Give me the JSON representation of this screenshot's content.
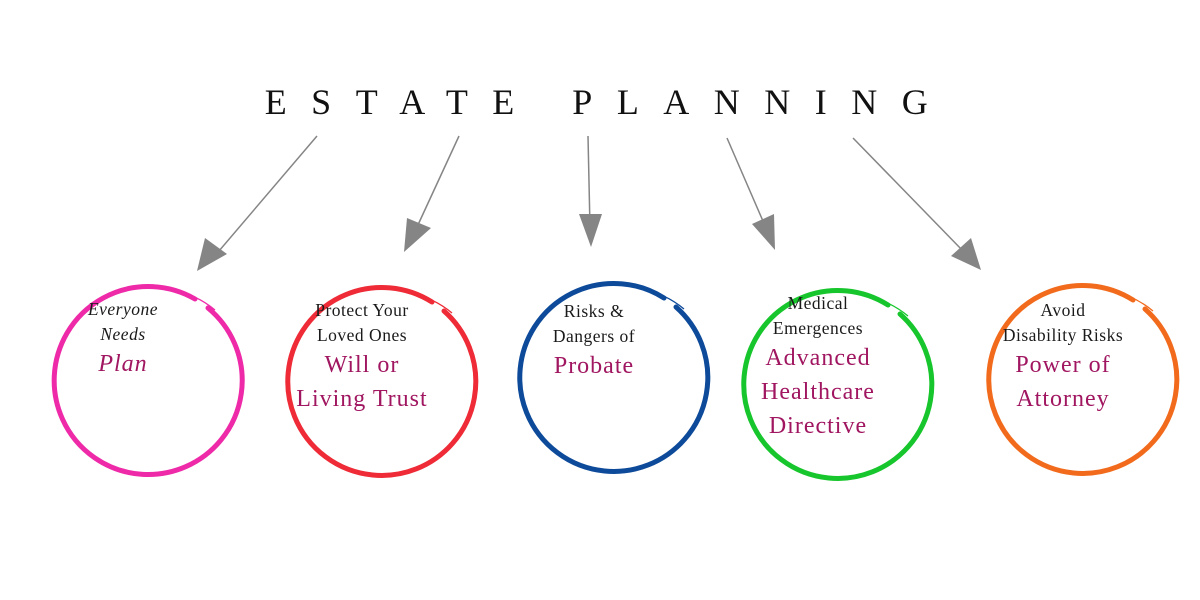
{
  "title": "ESTATE PLANNING",
  "nodes": [
    {
      "subtitle_lines": [
        "Everyone",
        "Needs"
      ],
      "main_lines": [
        "Plan"
      ],
      "color": "#ee2aa8",
      "italic": true
    },
    {
      "subtitle_lines": [
        "Protect Your",
        "Loved Ones"
      ],
      "main_lines": [
        "Will or",
        "Living Trust"
      ],
      "color": "#ee2b36",
      "italic": false
    },
    {
      "subtitle_lines": [
        "Risks &",
        "Dangers of"
      ],
      "main_lines": [
        "Probate"
      ],
      "color": "#0d4a9a",
      "italic": false
    },
    {
      "subtitle_lines": [
        "Medical",
        "Emergences"
      ],
      "main_lines": [
        "Advanced",
        "Healthcare",
        "Directive"
      ],
      "color": "#17c62c",
      "italic": false
    },
    {
      "subtitle_lines": [
        "Avoid",
        "Disability Risks"
      ],
      "main_lines": [
        "Power of",
        "Attorney"
      ],
      "color": "#f26b1d",
      "italic": false
    }
  ],
  "colors": {
    "title_text": "#111111",
    "subtitle_text": "#1a1a1a",
    "main_text": "#a01660",
    "arrow": "#858585"
  }
}
